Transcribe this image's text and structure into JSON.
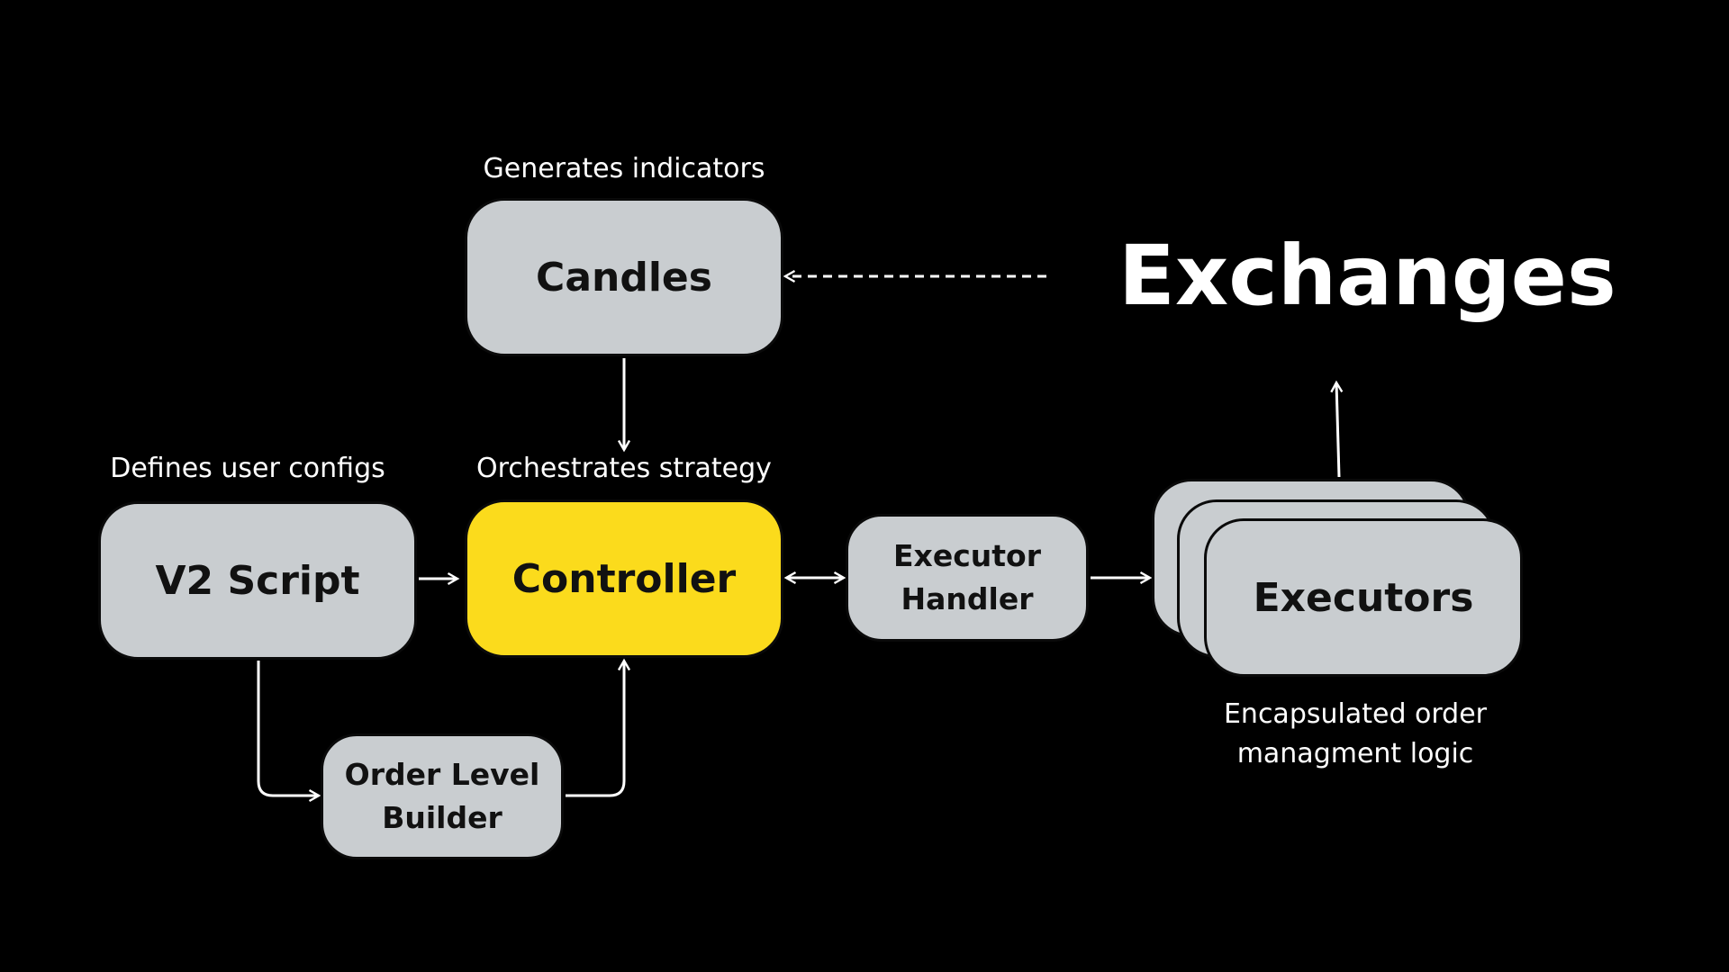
{
  "diagram": {
    "nodes": {
      "candles": {
        "label": "Candles",
        "caption": "Generates indicators"
      },
      "v2_script": {
        "label": "V2 Script",
        "caption": "Defines user configs"
      },
      "controller": {
        "label": "Controller",
        "caption": "Orchestrates strategy"
      },
      "executor_handler": {
        "label_line1": "Executor",
        "label_line2": "Handler"
      },
      "order_level_builder": {
        "label_line1": "Order Level",
        "label_line2": "Builder"
      },
      "executors": {
        "label": "Executors",
        "caption_line1": "Encapsulated order",
        "caption_line2": "managment logic"
      },
      "exchanges": {
        "label": "Exchanges"
      }
    },
    "edges": [
      {
        "from": "exchanges",
        "to": "candles",
        "style": "dashed"
      },
      {
        "from": "candles",
        "to": "controller",
        "style": "solid"
      },
      {
        "from": "v2_script",
        "to": "controller",
        "style": "solid"
      },
      {
        "from": "v2_script",
        "to": "order_level_builder",
        "style": "solid"
      },
      {
        "from": "order_level_builder",
        "to": "controller",
        "style": "solid"
      },
      {
        "from": "controller",
        "to": "executor_handler",
        "style": "solid",
        "bidirectional": true
      },
      {
        "from": "executor_handler",
        "to": "executors",
        "style": "solid"
      },
      {
        "from": "executors",
        "to": "exchanges",
        "style": "solid"
      }
    ],
    "colors": {
      "background": "#000000",
      "node_fill": "#c9cdd0",
      "highlight_fill": "#fbdb1c",
      "text_on_node": "#111111",
      "text_on_background": "#ffffff",
      "connector": "#ffffff"
    }
  }
}
